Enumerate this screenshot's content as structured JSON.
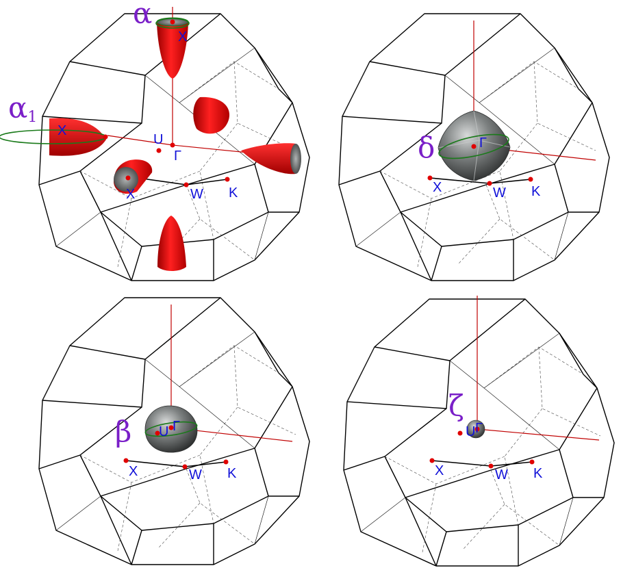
{
  "colors": {
    "electron_pocket": "#e00000",
    "hole_surface": "#5a5e5e",
    "orbit": "#1a7a1a",
    "kpoint_label": "#1010d8",
    "sheet_label": "#7a1fc8"
  },
  "panels": [
    {
      "id": "alpha",
      "sheet_label": "α",
      "sheet_label_2": "α",
      "sheet_label_2_sub": "1",
      "labels": {
        "x_top": "X",
        "x_left": "X",
        "x_front": "X",
        "u": "U",
        "gamma": "Γ",
        "w": "W",
        "k": "K"
      }
    },
    {
      "id": "delta",
      "sheet_label": "δ",
      "labels": {
        "gamma": "Γ",
        "x": "X",
        "w": "W",
        "k": "K"
      }
    },
    {
      "id": "beta",
      "sheet_label": "β",
      "labels": {
        "u": "U",
        "gamma": "Γ",
        "x": "X",
        "w": "W",
        "k": "K"
      }
    },
    {
      "id": "zeta",
      "sheet_label": "ζ",
      "labels": {
        "u": "U",
        "gamma": "Γ",
        "x": "X",
        "w": "W",
        "k": "K"
      }
    }
  ]
}
